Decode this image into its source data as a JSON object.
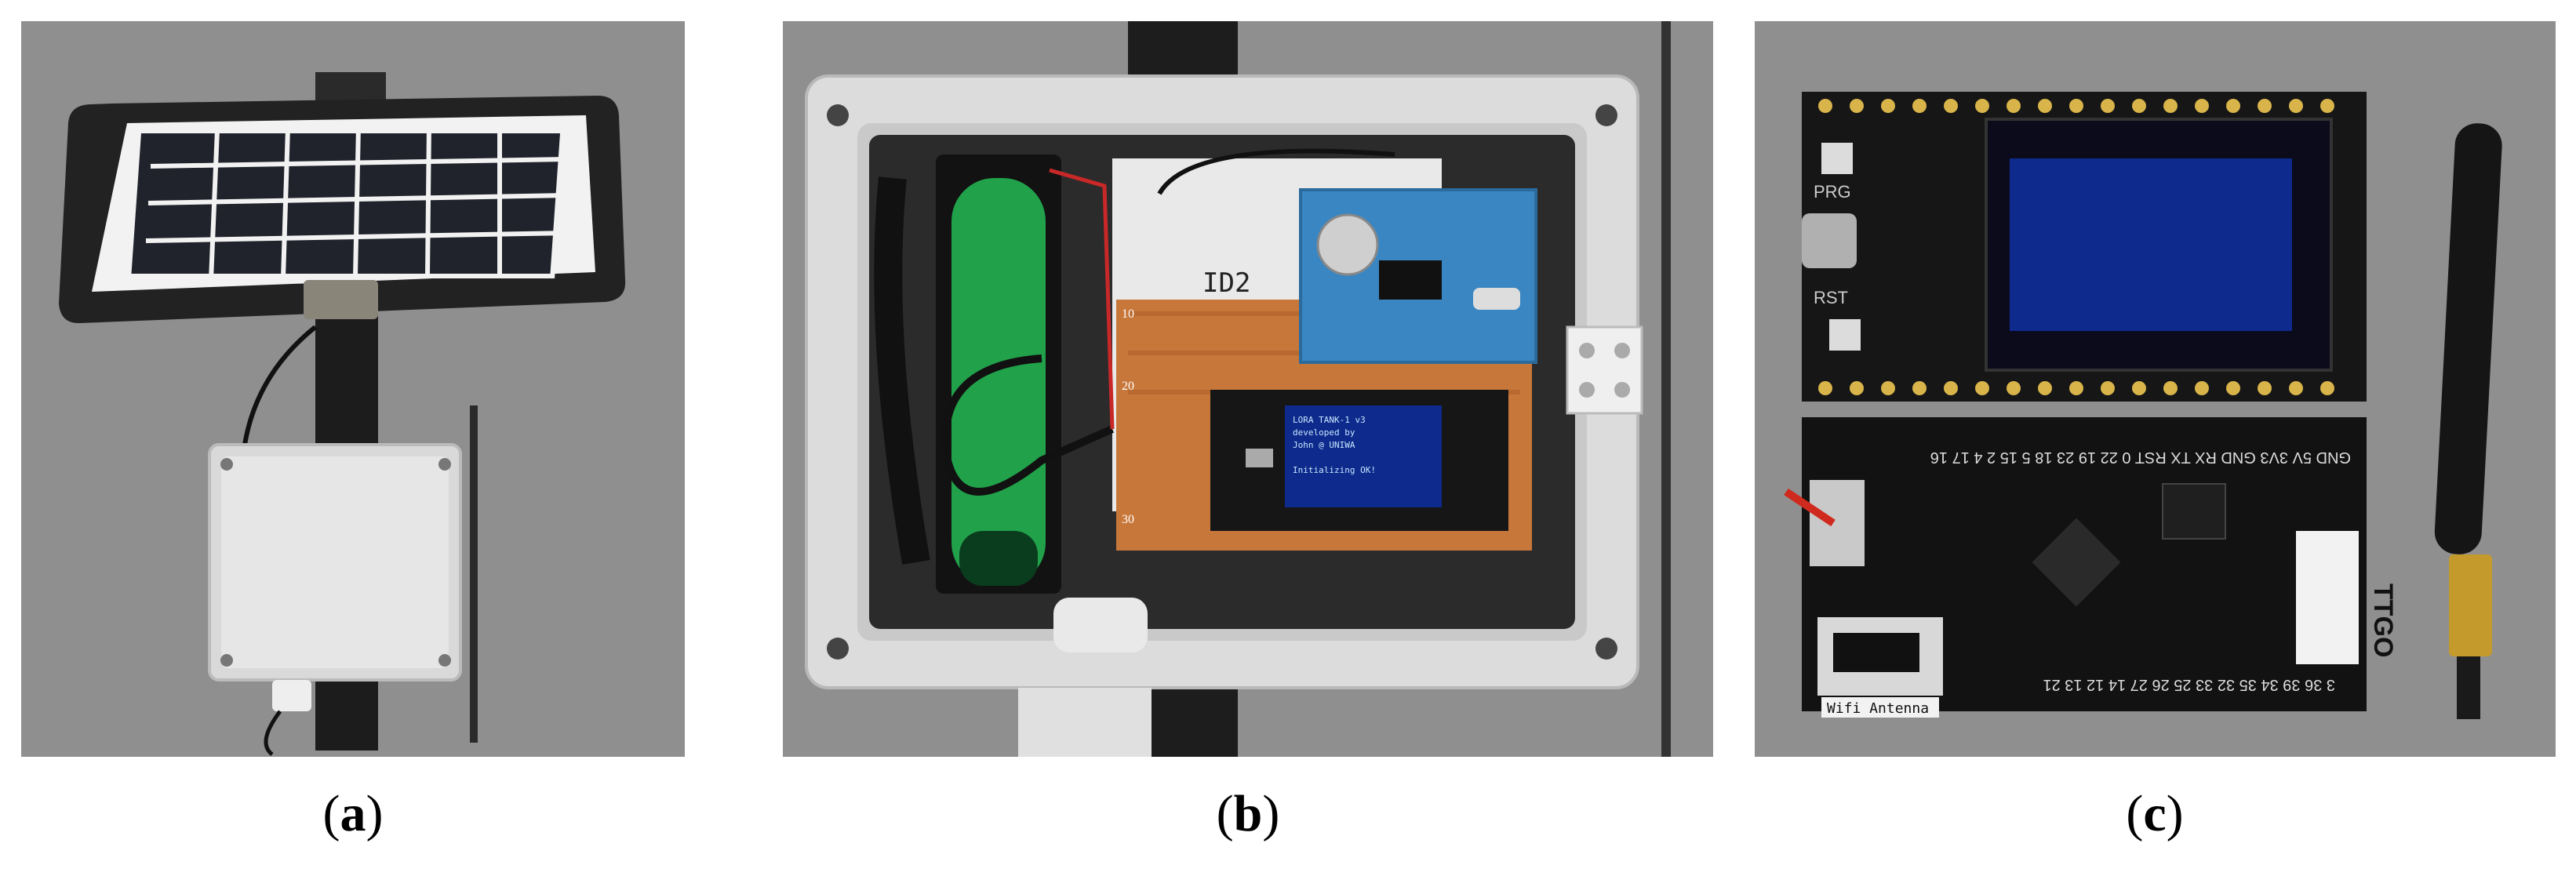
{
  "captions": [
    {
      "open": "(",
      "letter": "a",
      "close": ")"
    },
    {
      "open": "(",
      "letter": "b",
      "close": ")"
    },
    {
      "open": "(",
      "letter": "c",
      "close": ")"
    }
  ],
  "panel_b": {
    "box_label": "ID2",
    "oled_lines": [
      "LORA TANK-1 v3",
      "developed by",
      "John @ UNIWA",
      "",
      "Initializing OK!"
    ],
    "row_marks": [
      "10",
      "20",
      "30"
    ]
  },
  "panel_c": {
    "top_labels": {
      "prg": "PRG",
      "rst": "RST"
    },
    "pin_row_top": "GND 5V 3V3 GND RX TX RST 0 22 19 23 18 5 15 2 4 17 16",
    "pin_row_bottom": "3 36 39 34 35 32 33 25 26 27 14 12 13 21",
    "brand": "TTGO",
    "wifi_label": "Wifi Antenna"
  },
  "colors": {
    "background_gray": "#8f8f8f",
    "pcb_black": "#161616",
    "pcb_orange": "#c8773a",
    "battery_green": "#21a14a",
    "module_blue": "#3a86c2",
    "oled_blue": "#0d2a8c"
  }
}
